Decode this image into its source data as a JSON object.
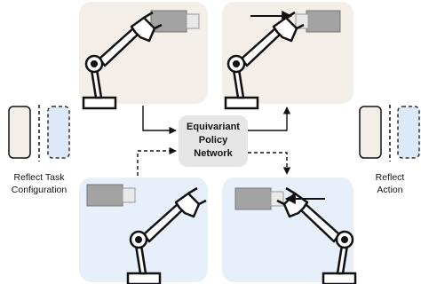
{
  "center_box": {
    "line1": "Equivariant",
    "line2": "Policy",
    "line3": "Network"
  },
  "left_label": {
    "line1": "Reflect Task",
    "line2": "Configuration"
  },
  "right_label": {
    "line1": "Reflect",
    "line2": "Action"
  },
  "colors": {
    "original_panel": "#f3eee8",
    "reflected_panel": "#e7effb",
    "center_box": "#e6e6e6",
    "gripper_block": "#a3a3a3",
    "reflect_icon_dashed_fill": "#dce9f8"
  }
}
